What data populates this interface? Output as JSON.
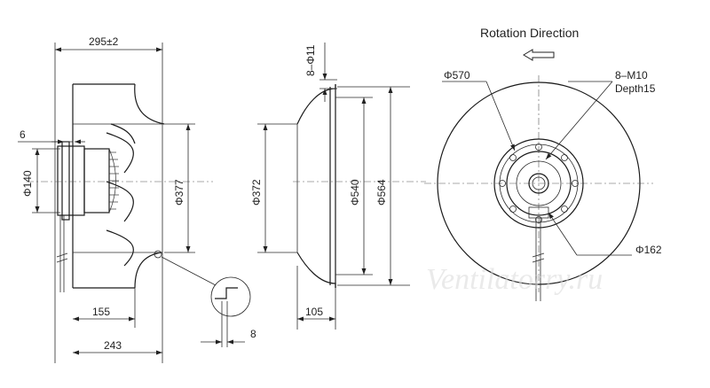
{
  "title": "Rotation Direction",
  "watermark": "Ventilatorry.ru",
  "side_view": {
    "overall_width": "295±2",
    "flange": "6",
    "motor_diameter": "Φ140",
    "impeller_diameter": "Φ377",
    "depth_155": "155",
    "depth_243": "243",
    "detail_8": "8"
  },
  "inlet_ring": {
    "holes": "8–Φ11",
    "inner_diameter": "Φ372",
    "pcd": "Φ540",
    "outer_diameter": "Φ564",
    "depth": "105"
  },
  "front_view": {
    "outer_diameter": "Φ570",
    "threads": "8–M10",
    "thread_depth": "Depth15",
    "hub_diameter": "Φ162"
  }
}
